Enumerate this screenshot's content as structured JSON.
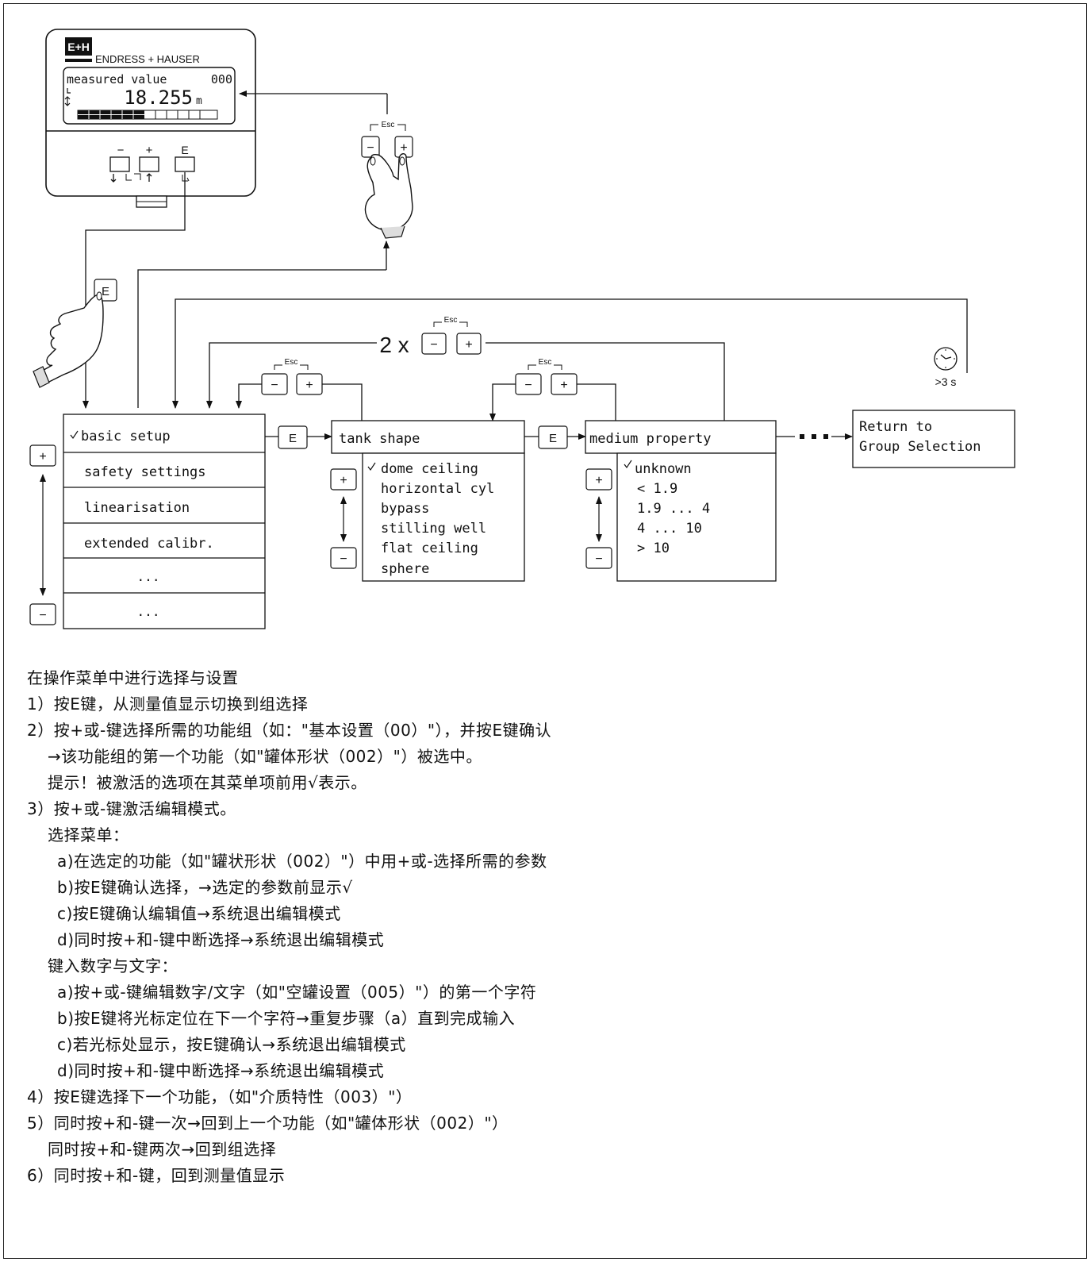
{
  "device": {
    "logo": "E+H",
    "brand": "ENDRESS + HAUSER",
    "display_title": "measured value",
    "display_code": "000",
    "display_value": "18.255",
    "display_unit": "m",
    "key_minus": "−",
    "key_plus": "+",
    "key_e": "E"
  },
  "keys": {
    "esc": "Esc",
    "minus": "−",
    "plus": "+",
    "e": "E",
    "twice_prefix": "2 x"
  },
  "timer_label": ">3 s",
  "group_menu": {
    "items": [
      "basic setup",
      "safety settings",
      "linearisation",
      "extended calibr.",
      "...",
      "..."
    ],
    "active_index": 0
  },
  "function_tank_shape": {
    "title": "tank shape",
    "options": [
      "dome ceiling",
      "horizontal cyl",
      "bypass",
      "stilling well",
      "flat ceiling",
      "sphere"
    ],
    "active_index": 0
  },
  "function_medium_property": {
    "title": "medium property",
    "options": [
      "unknown",
      "< 1.9",
      "1.9 ... 4",
      "4 ... 10",
      "> 10"
    ],
    "active_index": 0
  },
  "return_box": {
    "line1": "Return to",
    "line2": "Group Selection"
  },
  "instructions": [
    {
      "indent": 0,
      "text": "在操作菜单中进行选择与设置"
    },
    {
      "indent": 0,
      "text": "1）按E键，从测量值显示切换到组选择"
    },
    {
      "indent": 0,
      "text": "2）按+或-键选择所需的功能组（如：\"基本设置（00）\"），并按E键确认"
    },
    {
      "indent": 1,
      "text": "→该功能组的第一个功能（如\"罐体形状（002）\"）被选中。"
    },
    {
      "indent": 1,
      "text": "提示！被激活的选项在其菜单项前用√表示。"
    },
    {
      "indent": 0,
      "text": "3）按+或-键激活编辑模式。"
    },
    {
      "indent": 1,
      "text": "选择菜单："
    },
    {
      "indent": 2,
      "text": "a)在选定的功能（如\"罐状形状（002）\"）中用+或-选择所需的参数"
    },
    {
      "indent": 2,
      "text": "b)按E键确认选择，→选定的参数前显示√"
    },
    {
      "indent": 2,
      "text": "c)按E键确认编辑值→系统退出编辑模式"
    },
    {
      "indent": 2,
      "text": "d)同时按+和-键中断选择→系统退出编辑模式"
    },
    {
      "indent": 1,
      "text": "键入数字与文字："
    },
    {
      "indent": 2,
      "text": "a)按+或-键编辑数字/文字（如\"空罐设置（005）\"）的第一个字符"
    },
    {
      "indent": 2,
      "text": "b)按E键将光标定位在下一个字符→重复步骤（a）直到完成输入"
    },
    {
      "indent": 2,
      "text": "c)若光标处显示，按E键确认→系统退出编辑模式"
    },
    {
      "indent": 2,
      "text": "d)同时按+和-键中断选择→系统退出编辑模式"
    },
    {
      "indent": 0,
      "text": "4）按E键选择下一个功能，（如\"介质特性（003）\"）"
    },
    {
      "indent": 0,
      "text": "5）同时按+和-键一次→回到上一个功能（如\"罐体形状（002）\"）"
    },
    {
      "indent": 1,
      "text": "同时按+和-键两次→回到组选择"
    },
    {
      "indent": 0,
      "text": "6）同时按+和-键，回到测量值显示"
    }
  ]
}
